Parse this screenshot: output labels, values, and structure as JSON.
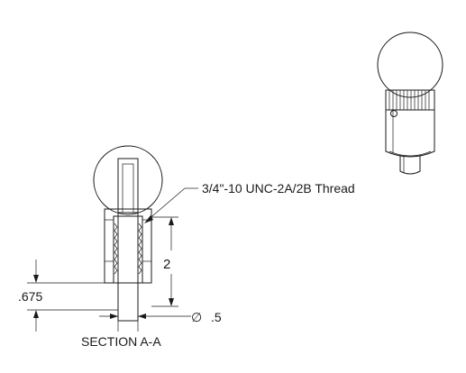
{
  "thread_note": "3/4\"-10 UNC-2A/2B Thread",
  "dimensions": {
    "height": "2",
    "offset": ".675",
    "diameter_symbol": "∅",
    "diameter": ".5"
  },
  "section_label": "SECTION A-A",
  "colors": {
    "line": "#1a1a1a",
    "background": "#ffffff"
  }
}
